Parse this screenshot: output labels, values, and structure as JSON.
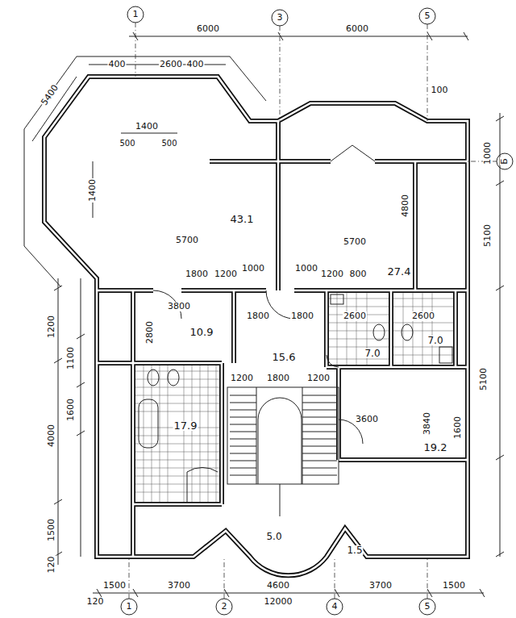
{
  "diagram": {
    "labels": [
      "1",
      "3",
      "5",
      "Б",
      "1",
      "2",
      "4",
      "5",
      "6000",
      "6000",
      "5400",
      "2600",
      "400",
      "400",
      "1400",
      "500",
      "500",
      "1400",
      "43.1",
      "5700",
      "5700",
      "4800",
      "100",
      "1800",
      "1200",
      "1000",
      "1000",
      "1200",
      "800",
      "27.4",
      "3800",
      "2800",
      "10.9",
      "1800",
      "1800",
      "2600",
      "2600",
      "7.0",
      "7.0",
      "15.6",
      "1200",
      "1800",
      "1200",
      "17.9",
      "3600",
      "3840",
      "19.2",
      "5.0",
      "1.5",
      "1200",
      "1100",
      "1600",
      "4000",
      "1500",
      "120",
      "1000",
      "5100",
      "5100",
      "1600",
      "1500",
      "3700",
      "4600",
      "3700",
      "1500",
      "12000",
      "120"
    ]
  }
}
